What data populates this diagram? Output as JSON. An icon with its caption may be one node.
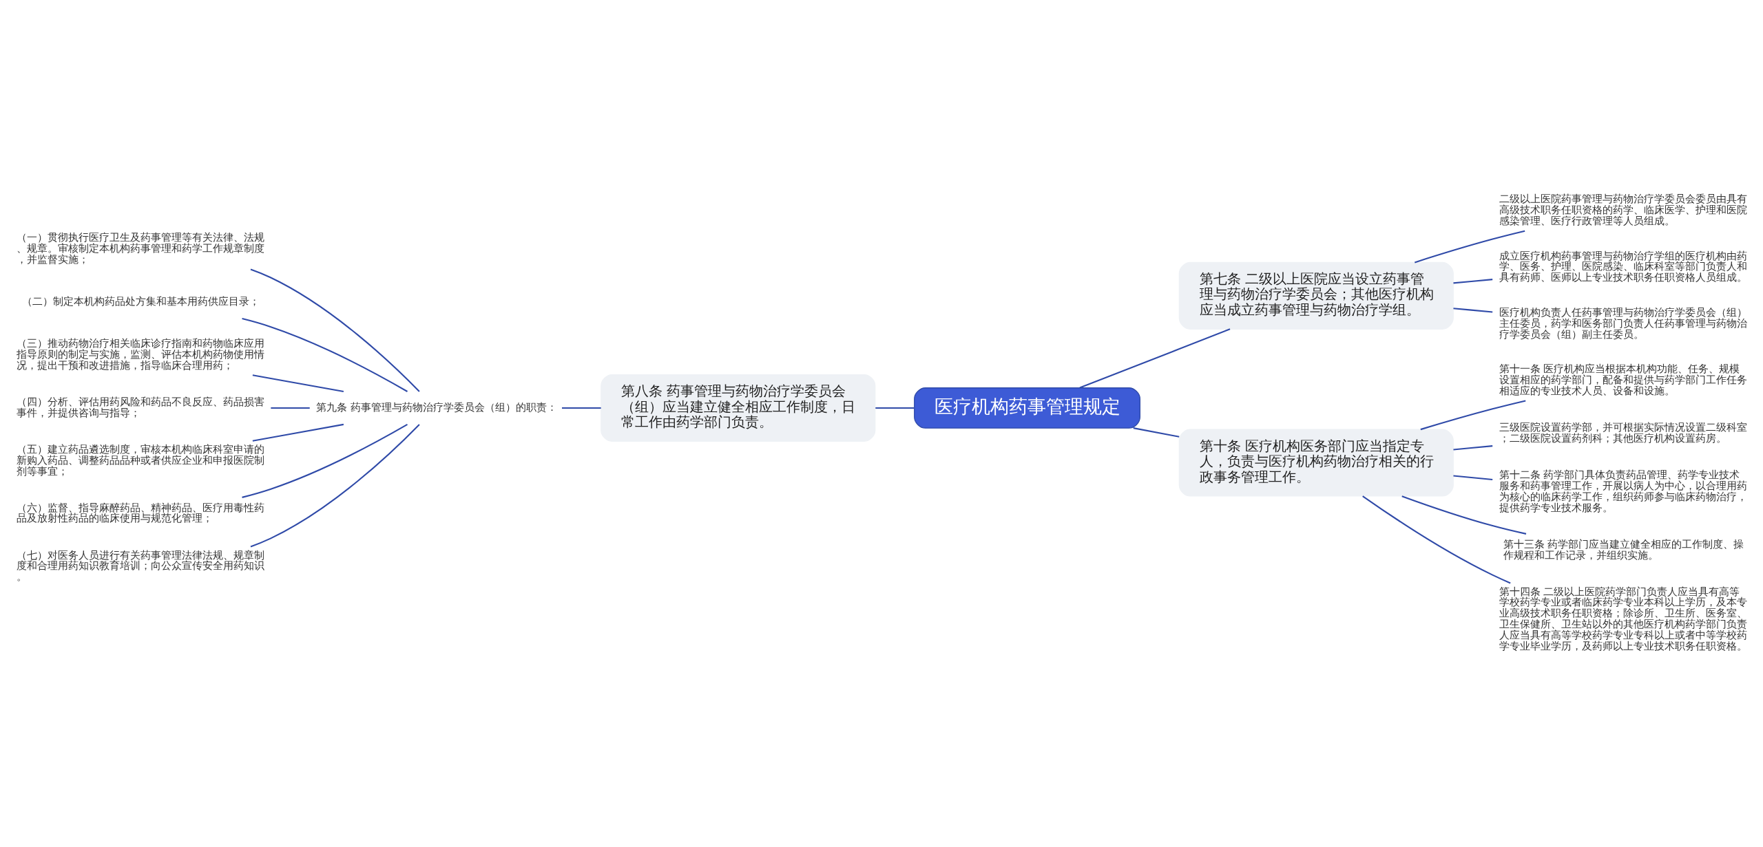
{
  "diagram": {
    "nodes": [
      {
        "text": [
          "医疗机构药事管理规定"
        ]
      },
      {
        "text": [
          "第七条 二级以上医院应当设立药事管理与药物治疗学委员会；其他医疗机构应当成立药事管理与药物治疗学组。"
        ]
      },
      {
        "text": [
          "二级以上医院药事管理与药物治疗学委员会委员由具有高级技术职务任职资格的药学、临床医学、护理和医院感染管理、医疗行政管理等人员组成。"
        ]
      },
      {
        "text": [
          "成立医疗机构药事管理与药物治疗学组的医疗机构由药学、医务、护理、医院感染、临床科室等部门负责人和具有药师、医师以上专业技术职务任职资格人员组成。"
        ]
      },
      {
        "text": [
          "医疗机构负责人任药事管理与药物治疗学委员会（组）主任委员，药学和医务部门负责人任药事管理与药物治疗学委员会（组）副主任委员。"
        ]
      },
      {
        "text": [
          "第十条 医疗机构医务部门应当指定专人，负责与医疗机构药物治疗相关的行政事务管理工作。"
        ]
      },
      {
        "text": [
          "第十一条 医疗机构应当根据本机构功能、任务、规模设置相应的药学部门，配备和提供与药学部门工作任务相适应的专业技术人员、设备和设施。"
        ]
      },
      {
        "text": [
          "三级医院设置药学部，并可根据实际情况设置二级科室；二级医院设置药剂科；其他医疗机构设置药房。"
        ]
      },
      {
        "text": [
          "第十二条 药学部门具体负责药品管理、药学专业技术服务和药事管理工作，开展以病人为中心，以合理用药为核心的临床药学工作，组织药师参与临床药物治疗，提供药学专业技术服务。"
        ]
      },
      {
        "text": [
          "第十三条 药学部门应当建立健全相应的工作制度、操作规程和工作记录，并组织实施。"
        ]
      },
      {
        "text": [
          "第十四条 二级以上医院药学部门负责人应当具有高等学校药学专业或者临床药学专业本科以上学历，及本专业高级技术职务任职资格；除诊所、卫生所、医务室、卫生保健所、卫生站以外的其他医疗机构药学部门负责人应当具有高等学校药学专业专科以上或者中等学校药学专业毕业学历，及药师以上专业技术职务任职资格。"
        ]
      },
      {
        "text": [
          "第八条 药事管理与药物治疗学委员会（组）应当建立健全相应工作制度，日常工作由药学部门负责。"
        ]
      },
      {
        "text": [
          "第九条 药事管理与药物治疗学委员会（组）的职责："
        ]
      },
      {
        "text": [
          "（一）贯彻执行医疗卫生及药事管理等有关法律、法规、规章。审核制定本机构药事管理和药学工作规章制度，并监督实施；"
        ]
      },
      {
        "text": [
          "（二）制定本机构药品处方集和基本用药供应目录；"
        ]
      },
      {
        "text": [
          "（三）推动药物治疗相关临床诊疗指南和药物临床应用指导原则的制定与实施，监测、评估本机构药物使用情况，提出干预和改进措施，指导临床合理用药；"
        ]
      },
      {
        "text": [
          "（四）分析、评估用药风险和药品不良反应、药品损害事件，并提供咨询与指导；"
        ]
      },
      {
        "text": [
          "（五）建立药品遴选制度，审核本机构临床科室申请的新购入药品、调整药品品种或者供应企业和申报医院制剂等事宜；"
        ]
      },
      {
        "text": [
          "（六）监督、指导麻醉药品、精神药品、医疗用毒性药品及放射性药品的临床使用与规范化管理；"
        ]
      },
      {
        "text": [
          "（七）对医务人员进行有关药事管理法律法规、规章制度和合理用药知识教育培训；向公众宣传安全用药知识。"
        ]
      }
    ],
    "edges": [
      {
        "from": 0,
        "to": 1,
        "arrow": "none"
      },
      {
        "from": 1,
        "to": 2,
        "arrow": "none"
      },
      {
        "from": 1,
        "to": 3,
        "arrow": "none"
      },
      {
        "from": 1,
        "to": 4,
        "arrow": "none"
      },
      {
        "from": 0,
        "to": 5,
        "arrow": "none"
      },
      {
        "from": 5,
        "to": 6,
        "arrow": "none"
      },
      {
        "from": 5,
        "to": 7,
        "arrow": "none"
      },
      {
        "from": 5,
        "to": 8,
        "arrow": "none"
      },
      {
        "from": 5,
        "to": 9,
        "arrow": "none"
      },
      {
        "from": 5,
        "to": 10,
        "arrow": "none"
      },
      {
        "from": 11,
        "to": 0,
        "arrow": "none"
      },
      {
        "from": 12,
        "to": 11,
        "arrow": "none"
      },
      {
        "from": 13,
        "to": 12,
        "arrow": "none"
      },
      {
        "from": 14,
        "to": 12,
        "arrow": "none"
      },
      {
        "from": 15,
        "to": 12,
        "arrow": "none"
      },
      {
        "from": 16,
        "to": 12,
        "arrow": "none"
      },
      {
        "from": 17,
        "to": 12,
        "arrow": "none"
      },
      {
        "from": 18,
        "to": 12,
        "arrow": "none"
      },
      {
        "from": 19,
        "to": 12,
        "arrow": "none"
      }
    ]
  }
}
